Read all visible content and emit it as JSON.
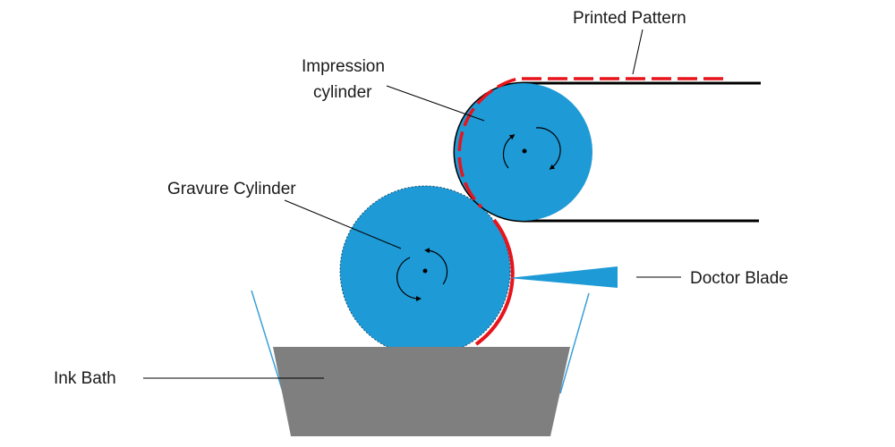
{
  "labels": {
    "printed_pattern": "Printed Pattern",
    "impression_cylinder_line1": "Impression",
    "impression_cylinder_line2": "cylinder",
    "gravure_cylinder": "Gravure Cylinder",
    "doctor_blade": "Doctor Blade",
    "ink_bath": "Ink Bath"
  },
  "colors": {
    "cylinder_fill": "#1e9ad6",
    "ink_bath_fill": "#7f7f7f",
    "ink_highlight": "#e8141c",
    "web_line": "#000000",
    "tank_wall": "#3aa0d8"
  }
}
